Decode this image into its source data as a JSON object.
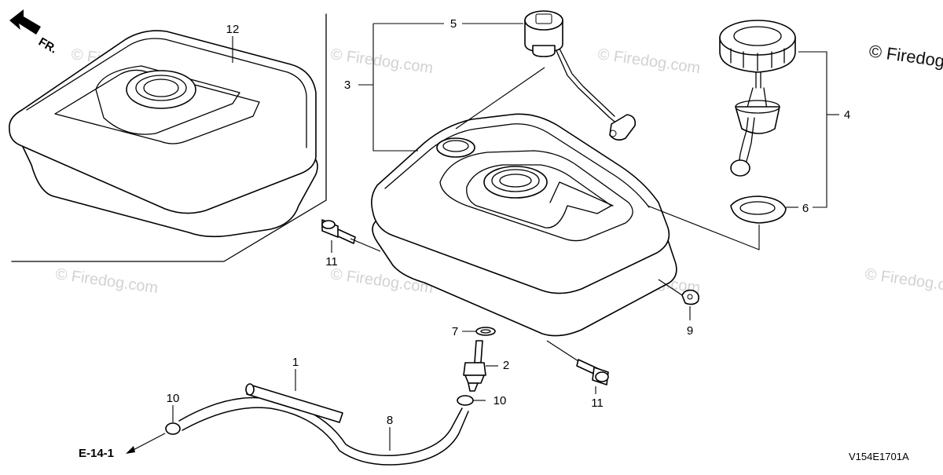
{
  "diagram": {
    "direction_label": "FR.",
    "watermark": "© Firedog.com",
    "corner_watermark": "© Firedog",
    "reference_label": "E-14-1",
    "diagram_code": "V154E1701A",
    "callouts": {
      "c1": "1",
      "c2": "2",
      "c3": "3",
      "c4": "4",
      "c5": "5",
      "c6": "6",
      "c7": "7",
      "c8": "8",
      "c9": "9",
      "c10a": "10",
      "c10b": "10",
      "c11a": "11",
      "c11b": "11",
      "c12": "12"
    }
  }
}
